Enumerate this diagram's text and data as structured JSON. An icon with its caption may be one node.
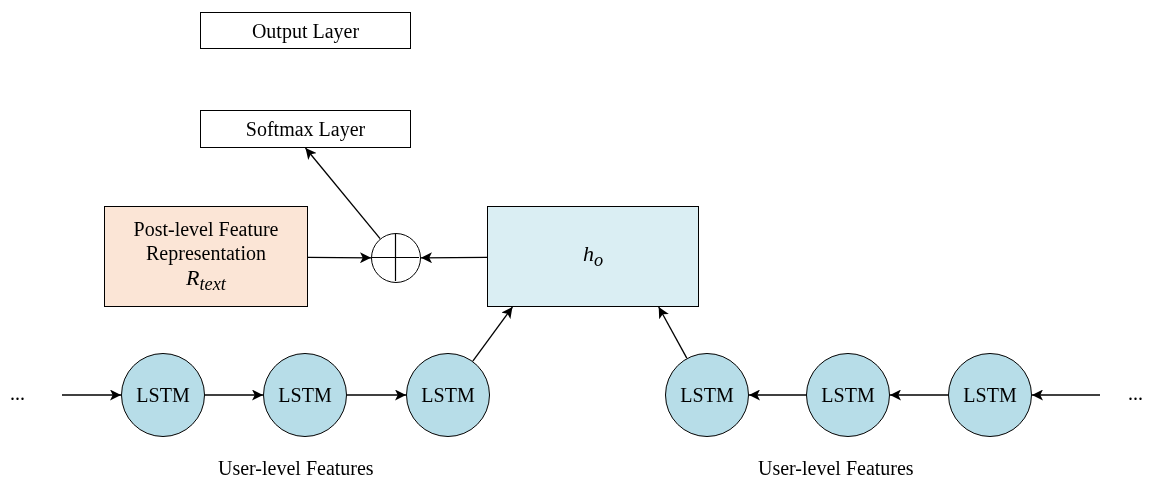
{
  "diagram": {
    "nodes": [
      {
        "text": [
          "Output Layer"
        ]
      },
      {
        "text": [
          "Softmax Layer"
        ]
      },
      {
        "text": [
          "Post-level Feature Representation",
          "R$_{text}$"
        ]
      },
      {
        "text": [],
        "shape": "circle"
      },
      {
        "text": [
          "h$_{o}$"
        ]
      },
      {
        "text": [
          "LSTM"
        ]
      },
      {
        "text": [
          "LSTM"
        ]
      },
      {
        "text": [
          "LSTM"
        ]
      },
      {
        "text": [
          "LSTM"
        ]
      },
      {
        "text": [
          "LSTM"
        ]
      },
      {
        "text": [
          "LSTM"
        ]
      }
    ],
    "edges": [
      {
        "from": null,
        "to": 5,
        "arrow": "to"
      },
      {
        "from": 5,
        "to": 6,
        "arrow": "to"
      },
      {
        "from": 6,
        "to": 7,
        "arrow": "to"
      },
      {
        "from": 7,
        "to": 4,
        "arrow": "to"
      },
      {
        "from": 8,
        "to": 4,
        "arrow": "to"
      },
      {
        "from": 9,
        "to": 8,
        "arrow": "to"
      },
      {
        "from": 10,
        "to": 9,
        "arrow": "to"
      },
      {
        "from": null,
        "to": 10,
        "arrow": "to"
      },
      {
        "from": 2,
        "to": 3,
        "arrow": "to"
      },
      {
        "from": 4,
        "to": 3,
        "arrow": "to"
      },
      {
        "from": 3,
        "to": 1,
        "arrow": "to"
      }
    ],
    "labels": [
      "...",
      "...",
      "User-level Features",
      "User-level Features"
    ]
  }
}
